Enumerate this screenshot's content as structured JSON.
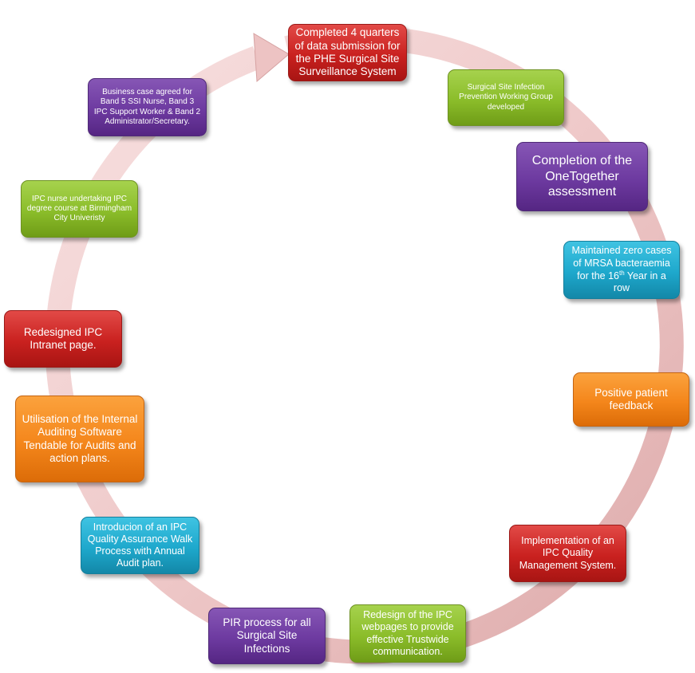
{
  "diagram": {
    "boxes": [
      {
        "id": "phe-surveillance",
        "text": "Completed 4 quarters of data submission for the PHE Surgical Site Surveillance System",
        "color": "#c9211f"
      },
      {
        "id": "ssi-working-group",
        "text": "Surgical Site Infection Prevention Working Group developed",
        "color": "#8bbd2a"
      },
      {
        "id": "onetogether",
        "text": "Completion of the OneTogether assessment",
        "color": "#6d3aa0"
      },
      {
        "id": "mrsa-zero",
        "text_before": "Maintained zero cases of MRSA bacteraemia for the 16",
        "superscript": "th",
        "text_after": " Year in a row",
        "color": "#1ea8cc"
      },
      {
        "id": "patient-feedback",
        "text": "Positive patient feedback",
        "color": "#f4861b"
      },
      {
        "id": "quality-management",
        "text": "Implementation of an IPC Quality Management System.",
        "color": "#c9211f"
      },
      {
        "id": "webpages-redesign",
        "text": "Redesign of the IPC webpages to provide effective Trustwide communication.",
        "color": "#8bbd2a"
      },
      {
        "id": "pir-process",
        "text": "PIR process for all Surgical Site Infections",
        "color": "#6d3aa0"
      },
      {
        "id": "walk-process",
        "text": "Introducion of an IPC Quality Assurance Walk Process with Annual Audit plan.",
        "color": "#1ea8cc"
      },
      {
        "id": "tendable",
        "text": "Utilisation of the Internal Auditing Software Tendable for Audits and action plans.",
        "color": "#f4861b"
      },
      {
        "id": "intranet",
        "text": "Redesigned IPC Intranet page.",
        "color": "#c9211f"
      },
      {
        "id": "degree-course",
        "text": "IPC nurse undertaking IPC degree course at Birmingham City Univeristy",
        "color": "#8bbd2a"
      },
      {
        "id": "business-case",
        "text": "Business case agreed for Band 5 SSI Nurse, Band 3 IPC Support Worker & Band 2 Administrator/Secretary.",
        "color": "#6d3aa0"
      }
    ],
    "ring_color": "#e8b4b4"
  }
}
